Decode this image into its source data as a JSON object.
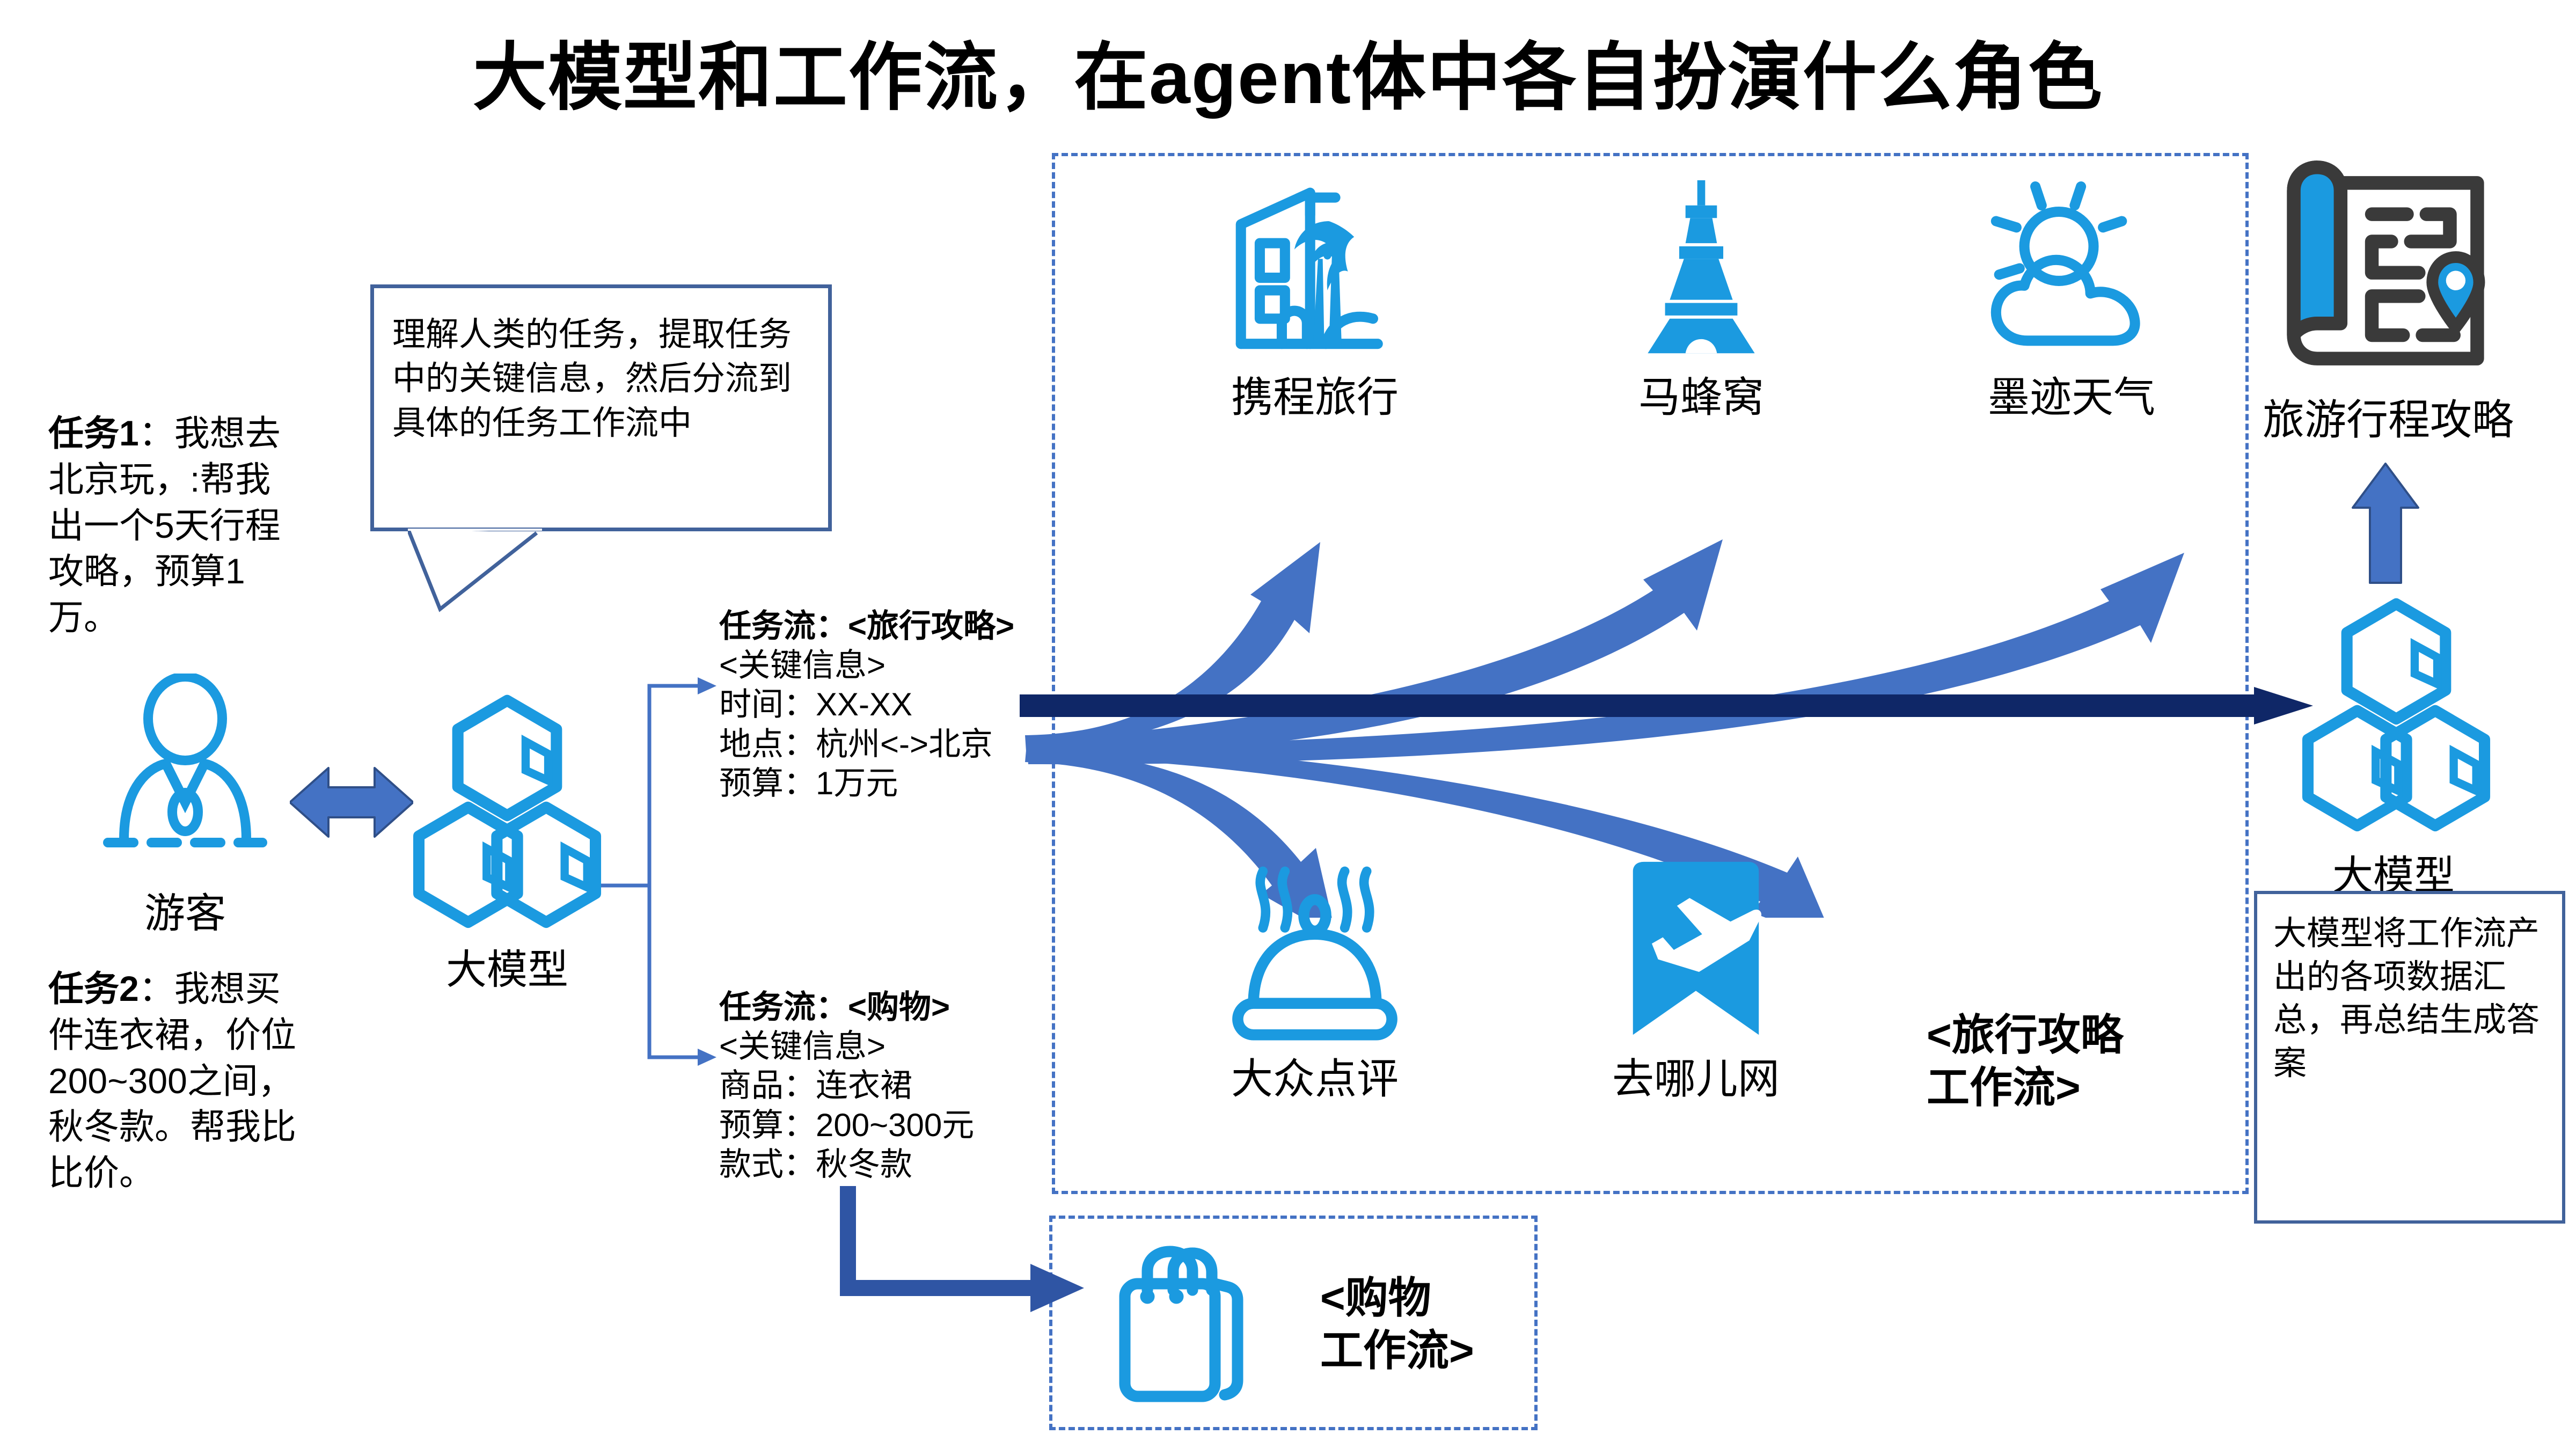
{
  "title": "大模型和工作流，在agent体中各自扮演什么角色",
  "left": {
    "task1_label": "任务1",
    "task1_text": "：我想去北京玩，:帮我出一个5天行程攻略，预算1万。",
    "task2_label": "任务2",
    "task2_text": "：我想买件连衣裙，价位200~300之间，秋冬款。帮我比比价。",
    "tourist_label": "游客",
    "llm_label": "大模型",
    "callout": "理解人类的任务，提取任务中的关键信息，然后分流到具体的任务工作流中"
  },
  "flows": {
    "travel": {
      "head": "任务流：<旅行攻略>",
      "key_label": "<关键信息>",
      "lines": [
        "时间：XX-XX",
        "地点：杭州<->北京",
        "预算：1万元"
      ]
    },
    "shopping": {
      "head": "任务流：<购物>",
      "key_label": "<关键信息>",
      "lines": [
        "商品：连衣裙",
        "预算：200~300元",
        "款式：秋冬款"
      ]
    }
  },
  "workflows": {
    "travel_label_line1": "<旅行攻略",
    "travel_label_line2": "工作流>",
    "shopping_label_line1": "<购物",
    "shopping_label_line2": "工作流>",
    "apps": [
      {
        "name": "携程旅行",
        "icon": "hotel-palm-icon"
      },
      {
        "name": "马蜂窝",
        "icon": "eiffel-tower-icon"
      },
      {
        "name": "墨迹天气",
        "icon": "sun-cloud-icon"
      },
      {
        "name": "大众点评",
        "icon": "food-cloche-icon"
      },
      {
        "name": "去哪儿网",
        "icon": "airplane-bookmark-icon"
      }
    ],
    "shopping_icon": "shopping-bag-icon"
  },
  "right": {
    "map_label": "旅游行程攻略",
    "llm_label": "大模型",
    "summary": "大模型将工作流产出的各项数据汇总，再总结生成答案",
    "map_icon": "travel-map-route-icon"
  },
  "colors": {
    "brand_blue": "#1b9ae0",
    "arrow_blue": "#4472c4",
    "dark_navy": "#0f2767",
    "box_border": "#41629b",
    "dash_border": "#4472c4",
    "map_dark": "#3a3a3a"
  }
}
